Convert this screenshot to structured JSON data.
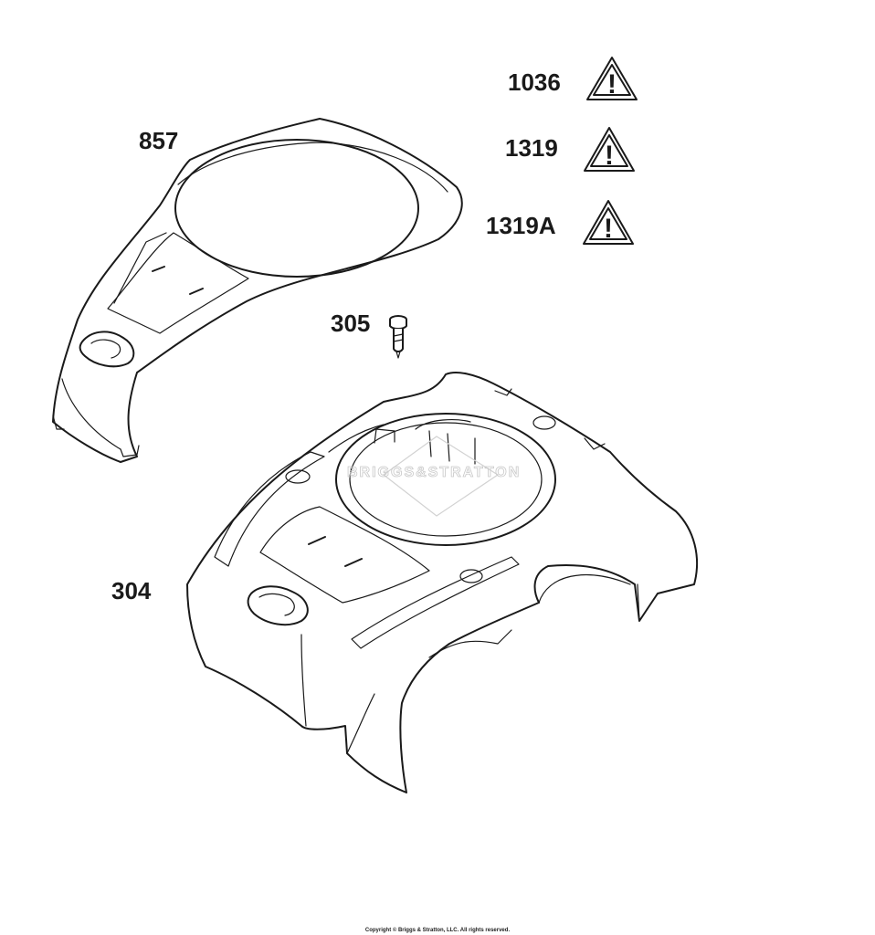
{
  "diagram": {
    "callouts": [
      {
        "id": "857",
        "label": "857"
      },
      {
        "id": "1036",
        "label": "1036"
      },
      {
        "id": "1319",
        "label": "1319"
      },
      {
        "id": "1319A",
        "label": "1319A"
      },
      {
        "id": "305",
        "label": "305"
      },
      {
        "id": "304",
        "label": "304"
      }
    ],
    "warning_symbol": "!",
    "watermark_text": "BRIGGS&STRATTON",
    "copyright": "Copyright © Briggs & Stratton, LLC. All rights reserved.",
    "icons": [
      "warning-triangle-icon",
      "shroud-cover-part",
      "blower-housing-part",
      "screw-part"
    ]
  }
}
